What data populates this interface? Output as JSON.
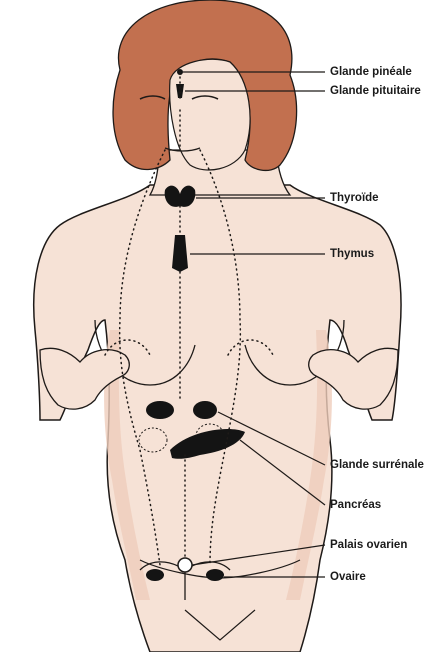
{
  "labels": {
    "pineal": "Glande pinéale",
    "pituitary": "Glande pituitaire",
    "thyroid": "Thyroïde",
    "thymus": "Thymus",
    "adrenal": "Glande surrénale",
    "pancreas": "Pancréas",
    "ovarian_palace": "Palais ovarien",
    "ovary": "Ovaire"
  },
  "colors": {
    "skin": "#f6e2d6",
    "skin_shadow": "#efcdbc",
    "hair": "#c2704f",
    "outline": "#1e1a18",
    "gland": "#141414"
  }
}
